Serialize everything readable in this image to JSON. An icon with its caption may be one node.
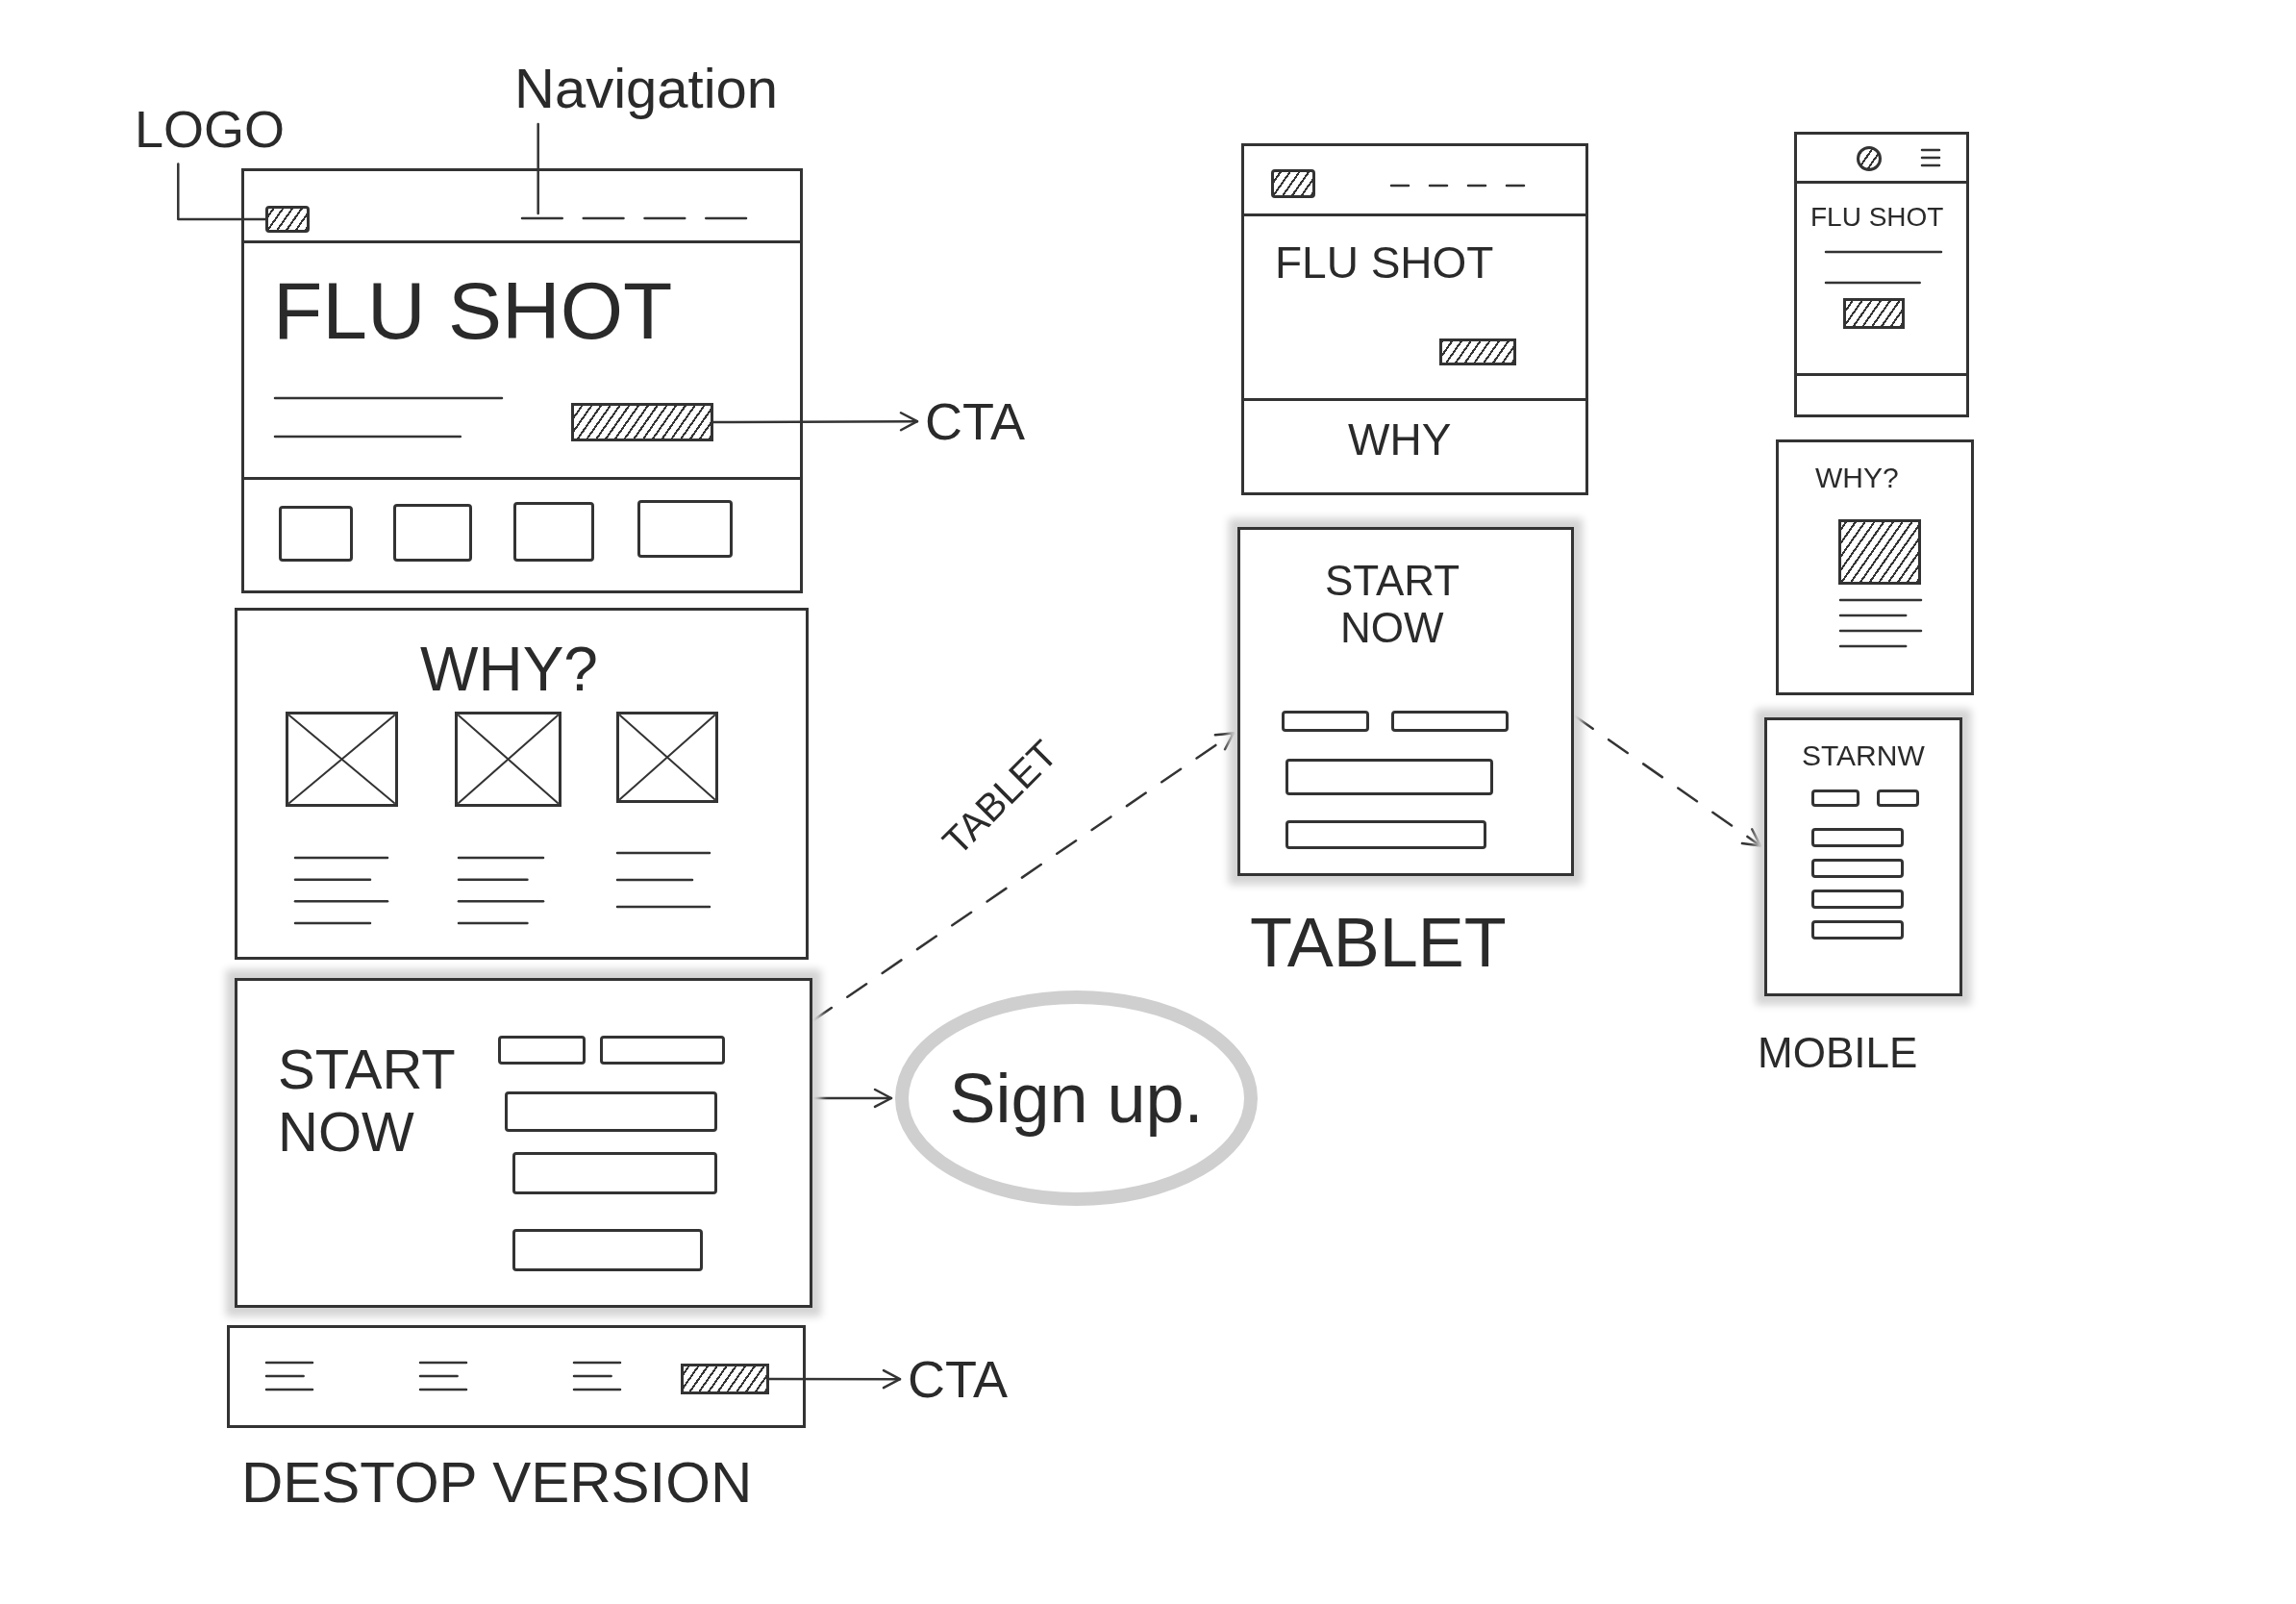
{
  "diagram": {
    "nodes": [
      {
        "text": [
          "LOGO"
        ]
      },
      {
        "text": [
          "Navigation"
        ]
      },
      {
        "text": [
          "FLU SHOT"
        ]
      },
      {
        "text": [],
        "shape": "box",
        "in": 2
      },
      {
        "text": [],
        "shape": "picture",
        "in": 2
      },
      {
        "text": [],
        "shape": "bar",
        "in": 2
      },
      {
        "text": [
          "CTA"
        ]
      },
      {
        "text": [
          "WHY?"
        ]
      },
      {
        "text": [
          "START NOW"
        ]
      },
      {
        "text": [
          "Sign up."
        ]
      },
      {
        "text": [],
        "shape": "box"
      },
      {
        "text": [],
        "shape": "bar",
        "in": 10
      },
      {
        "text": [
          "CTA"
        ]
      },
      {
        "text": [
          "FLU SHOT",
          "WHY"
        ]
      },
      {
        "text": [
          "START NOW"
        ]
      },
      {
        "text": [
          "FLU SHOT"
        ]
      },
      {
        "text": [
          "WHY?"
        ]
      },
      {
        "text": [
          "STARNW"
        ]
      }
    ],
    "edges": [
      {
        "from": 0,
        "to": 3,
        "arrow": "none"
      },
      {
        "from": 1,
        "to": 4,
        "arrow": "none"
      },
      {
        "from": 5,
        "to": 6,
        "arrow": "to"
      },
      {
        "from": 8,
        "to": 9,
        "arrow": "to"
      },
      {
        "from": 11,
        "to": 12,
        "arrow": "to"
      },
      {
        "from": 8,
        "to": 14,
        "arrow": "to",
        "style": "dashed",
        "label": "TABLET"
      },
      {
        "from": 14,
        "to": 17,
        "arrow": "to",
        "style": "dashed"
      }
    ],
    "labels": [
      "DESTOP VERSION",
      "TABLET",
      "MOBILE"
    ]
  }
}
